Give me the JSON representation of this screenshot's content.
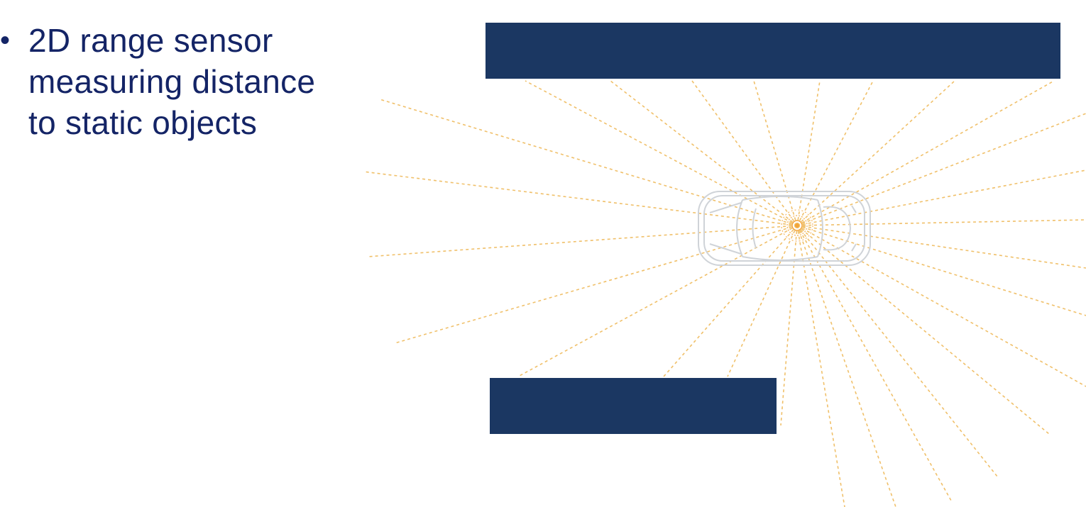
{
  "slide": {
    "bullet": {
      "symbol": "•",
      "lines": [
        "2D range sensor",
        "measuring distance",
        "to static objects"
      ]
    }
  },
  "colors": {
    "text": "#142466",
    "obstacle": "#1b3762",
    "ray": "#f0c06a",
    "sensor": "#f2a43a",
    "car_outline": "#cfd3d8"
  },
  "icons": {
    "vehicle": "car-top-view-icon",
    "sensor": "range-sensor-icon"
  }
}
